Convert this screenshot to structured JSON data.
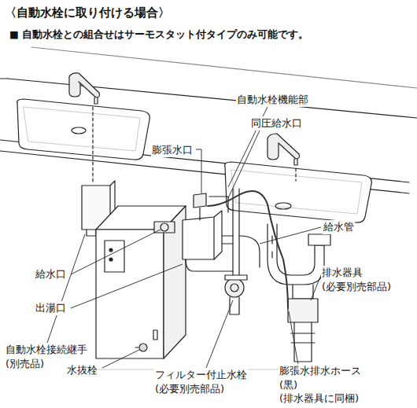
{
  "diagram": {
    "title": "〈自動水栓に取り付ける場合〉",
    "labels": [
      "■ 自動水栓との組合せはサーモスタット付タイプのみ可能です。",
      "自動水栓機能部",
      "同圧給水口",
      "膨張水口",
      "給水管",
      "排水器具 (必要別売部品)",
      "給水口",
      "出湯口",
      "自動水栓接続継手 (別売品)",
      "水抜栓",
      "フィルター付止水栓 (必要別売部品)",
      "膨張水排水ホース(黒) (排水器具に同梱)"
    ]
  }
}
